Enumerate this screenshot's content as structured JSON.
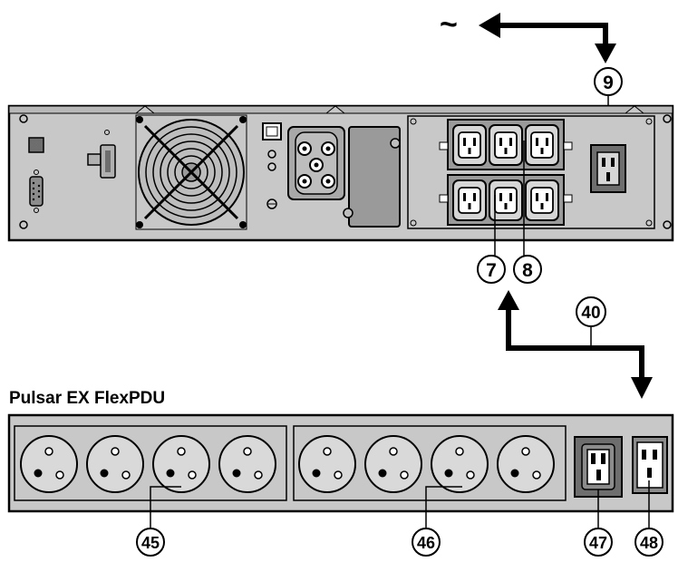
{
  "symbols": {
    "ac_input": "~"
  },
  "callouts": {
    "c9": "9",
    "c7": "7",
    "c8": "8",
    "c40": "40",
    "c45": "45",
    "c46": "46",
    "c47": "47",
    "c48": "48"
  },
  "pdu": {
    "title": "Pulsar EX FlexPDU"
  },
  "colors": {
    "panel": "#c8c8c8",
    "panel_dark": "#6e6e6e",
    "socket_block": "#9a9a9a",
    "socket_light": "#d6d6d6",
    "line": "#000000"
  },
  "icons": [
    "ac-sine-icon",
    "arrow-icon",
    "fan-grille-icon",
    "c13-socket-icon",
    "c19-socket-icon",
    "c20-inlet-icon",
    "schuko-socket-icon"
  ]
}
